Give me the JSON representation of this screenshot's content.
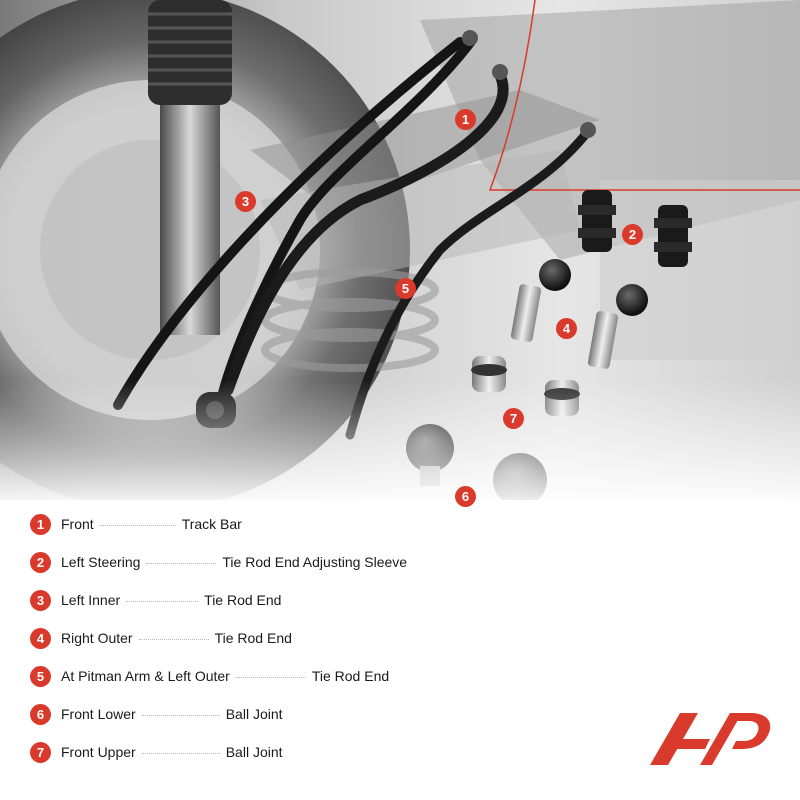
{
  "legend": [
    {
      "num": "1",
      "position": "Front",
      "part": "Track Bar"
    },
    {
      "num": "2",
      "position": "Left Steering",
      "part": "Tie Rod End Adjusting Sleeve"
    },
    {
      "num": "3",
      "position": "Left Inner",
      "part": "Tie Rod End"
    },
    {
      "num": "4",
      "position": "Right Outer",
      "part": "Tie Rod End"
    },
    {
      "num": "5",
      "position": "At Pitman Arm & Left Outer",
      "part": "Tie Rod End"
    },
    {
      "num": "6",
      "position": "Front Lower",
      "part": "Ball Joint"
    },
    {
      "num": "7",
      "position": "Front Upper",
      "part": "Ball Joint"
    }
  ],
  "callouts": [
    "1",
    "2",
    "3",
    "4",
    "5",
    "6",
    "7"
  ],
  "colors": {
    "accent": "#d93a2b",
    "text": "#1a1a1a",
    "leader": "#b8b8b8"
  },
  "icons": {
    "logo": "a-premium-logo-icon"
  }
}
